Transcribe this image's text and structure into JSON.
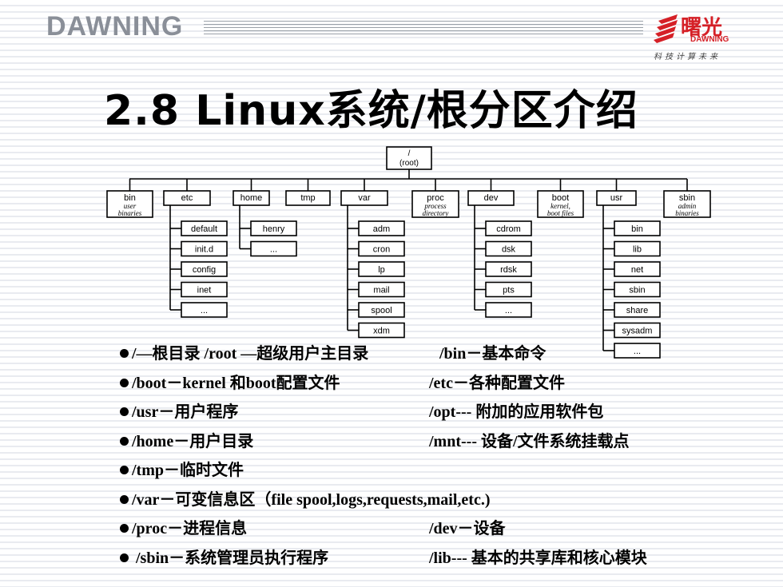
{
  "header": {
    "brand": "DAWNING",
    "logo_cn": "曙光",
    "logo_en": "DAWNING",
    "logo_tagline": "科技计算未来",
    "brand_color": "#d52027"
  },
  "slide": {
    "title": "2.8 Linux系统/根分区介绍"
  },
  "tree": {
    "root": [
      "/",
      "(root)"
    ],
    "dirs": [
      {
        "name": "bin",
        "desc": [
          "user",
          "binaries"
        ],
        "children": []
      },
      {
        "name": "etc",
        "desc": [],
        "children": [
          "default",
          "init.d",
          "config",
          "inet",
          "..."
        ]
      },
      {
        "name": "home",
        "desc": [],
        "children": [
          "henry",
          "..."
        ]
      },
      {
        "name": "tmp",
        "desc": [],
        "children": []
      },
      {
        "name": "var",
        "desc": [],
        "children": [
          "adm",
          "cron",
          "lp",
          "mail",
          "spool",
          "xdm"
        ]
      },
      {
        "name": "proc",
        "desc": [
          "process",
          "directory"
        ],
        "children": []
      },
      {
        "name": "dev",
        "desc": [],
        "children": [
          "cdrom",
          "dsk",
          "rdsk",
          "pts",
          "..."
        ]
      },
      {
        "name": "boot",
        "desc": [
          "kernel,",
          "boot files"
        ],
        "children": []
      },
      {
        "name": "usr",
        "desc": [],
        "children": [
          "bin",
          "lib",
          "net",
          "sbin",
          "share",
          "sysadm",
          "..."
        ]
      },
      {
        "name": "sbin",
        "desc": [
          "admin",
          "binaries"
        ],
        "children": []
      }
    ]
  },
  "bullets": [
    {
      "left": "/—根目录   /root —超级用户主目录",
      "right": "/bin－基本命令"
    },
    {
      "left": "/boot－kernel 和boot配置文件",
      "right": "/etc－各种配置文件"
    },
    {
      "left": "/usr－用户程序",
      "right": "/opt---  附加的应用软件包"
    },
    {
      "left": "/home－用户目录",
      "right": "/mnt--- 设备/文件系统挂载点"
    },
    {
      "left": "/tmp－临时文件",
      "right": ""
    },
    {
      "left": "/var－可变信息区（file spool,logs,requests,mail,etc.)",
      "right": ""
    },
    {
      "left": "/proc－进程信息",
      "right": "/dev－设备"
    },
    {
      "left": " /sbin－系统管理员执行程序",
      "right": "/lib--- 基本的共享库和核心模块"
    }
  ]
}
